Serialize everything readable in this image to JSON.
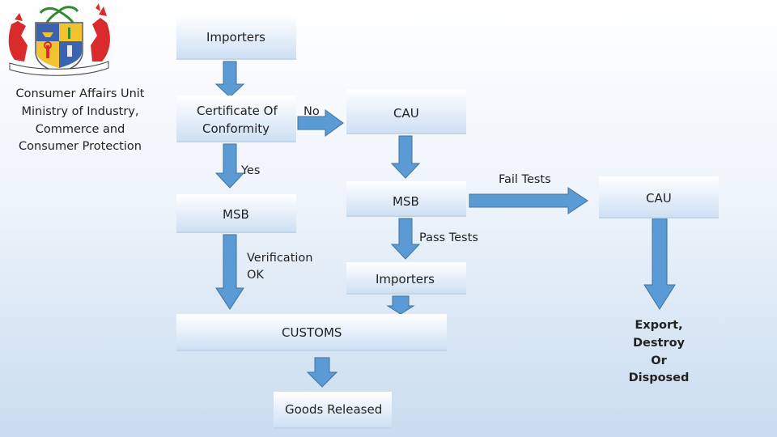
{
  "org": {
    "lines": [
      "Consumer Affairs Unit",
      "Ministry of Industry,",
      "Commerce and",
      "Consumer Protection"
    ]
  },
  "boxes": {
    "importers_top": "Importers",
    "certificate_line1": "Certificate Of",
    "certificate_line2": "Conformity",
    "cau_top": "CAU",
    "msb_left": "MSB",
    "msb_right": "MSB",
    "cau_right": "CAU",
    "importers_mid": "Importers",
    "customs": "CUSTOMS",
    "goods_released": "Goods Released"
  },
  "labels": {
    "no": "No",
    "yes": "Yes",
    "fail_tests": "Fail Tests",
    "pass_tests": "Pass Tests",
    "verification_line1": "Verification",
    "verification_line2": "OK",
    "export_lines": [
      "Export,",
      "Destroy",
      "Or",
      "Disposed"
    ]
  },
  "colors": {
    "arrow_fill": "#5b9bd5",
    "arrow_stroke": "#41719c",
    "box_top": "#ffffff",
    "box_bottom": "#cfe0f3"
  }
}
